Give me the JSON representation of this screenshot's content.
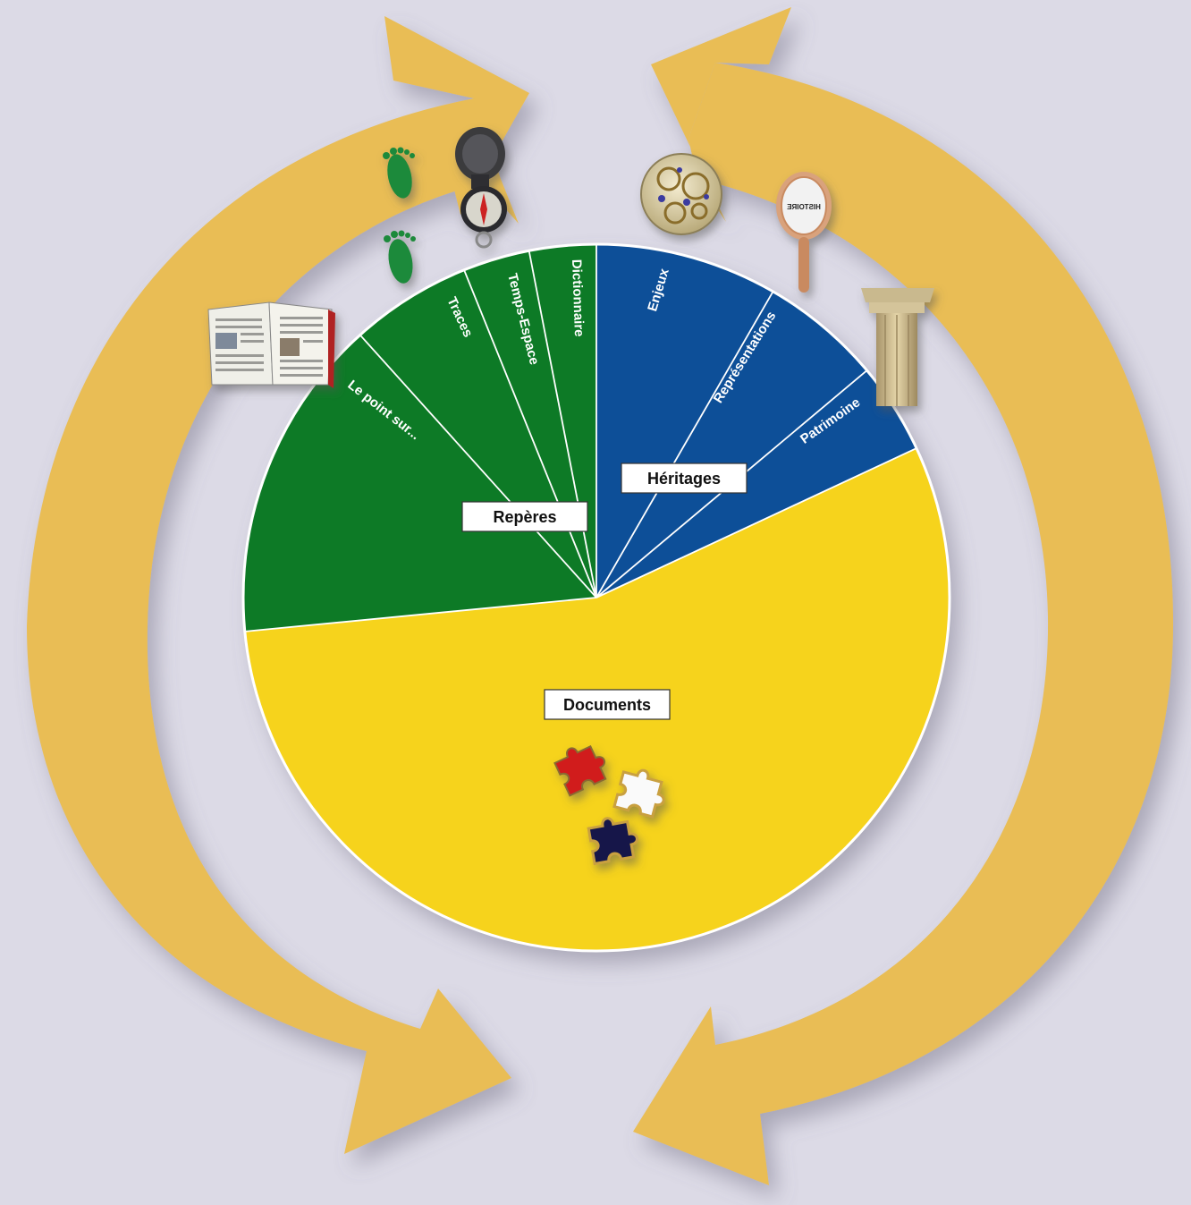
{
  "colors": {
    "background": "#dcdae6",
    "arrow": "#e9bd55",
    "reperes": "#0e7a28",
    "heritages": "#0d4f98",
    "documents": "#f6d31e",
    "separator": "#ffffff"
  },
  "groups": {
    "reperes": {
      "label": "Repères"
    },
    "heritages": {
      "label": "Héritages"
    },
    "documents": {
      "label": "Documents"
    }
  },
  "segments": {
    "reperes": [
      "Le point sur...",
      "Traces",
      "Temps-Espace",
      "Dictionnaire"
    ],
    "heritages": [
      "Enjeux",
      "Représentations",
      "Patrimoine"
    ]
  },
  "icons": [
    "book-icon",
    "footprints-icon",
    "compass-icon",
    "gears-icon",
    "hand-mirror-icon",
    "column-icon",
    "puzzle-pieces-icon"
  ],
  "mirror_text": "HISTOIRE"
}
